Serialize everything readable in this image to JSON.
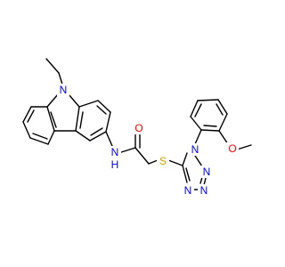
{
  "molecule": {
    "colors": {
      "bond": "#000000",
      "carbon": "#000000",
      "nitrogen": "#0000ff",
      "oxygen": "#ff0000",
      "sulfur": "#c8a000",
      "background": "#ffffff"
    },
    "labels": {
      "carbazole_n": "N",
      "amide_nh": "N",
      "amide_h": "H",
      "carbonyl_o": "O",
      "thioether_s": "S",
      "tetrazole_n1": "N",
      "tetrazole_n2": "N",
      "tetrazole_n3": "N",
      "tetrazole_n4": "N",
      "methoxy_o": "O"
    }
  }
}
